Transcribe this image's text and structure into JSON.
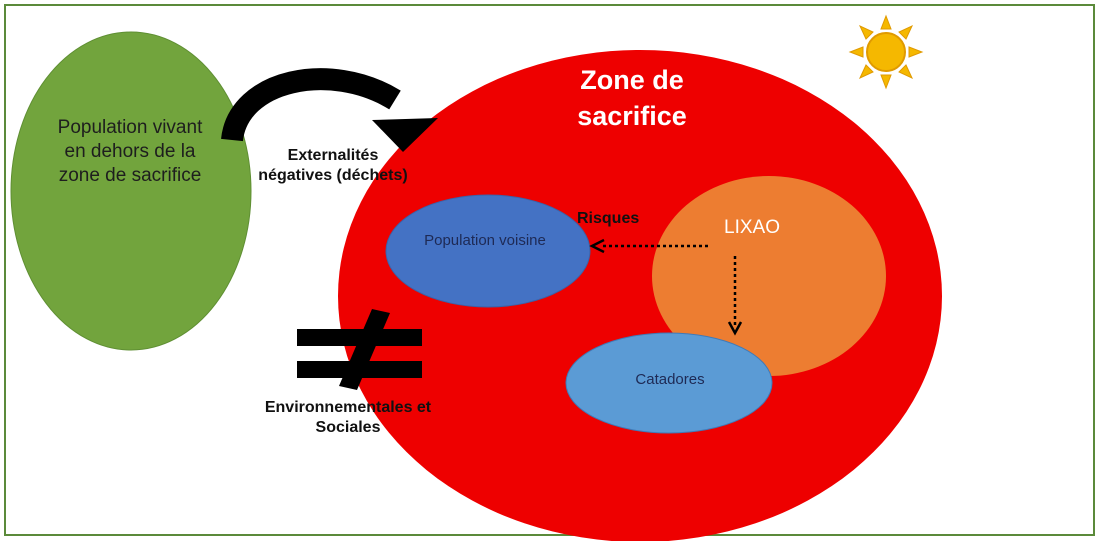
{
  "nodes": {
    "outside_population": "Population vivant en dehors de la zone de sacrifice",
    "sacrifice_zone": "Zone de sacrifice",
    "neighbor_population": "Population voisine",
    "lixao": "LIXAO",
    "catadores": "Catadores"
  },
  "labels": {
    "externalities": "Externalités négatives (déchets)",
    "risks": "Risques",
    "inequalities": "Environnementales et Sociales"
  },
  "colors": {
    "frame": "#5b8a3a",
    "outside_population": "#72a43d",
    "sacrifice_zone": "#ee0000",
    "neighbor_population": "#4472c4",
    "lixao": "#ed7d31",
    "catadores": "#5b9bd5",
    "sun": "#f5b800"
  },
  "icons": {
    "sun": "sun-icon",
    "not_equal": "not-equal-icon",
    "curved_arrow": "curved-arrow-icon"
  }
}
